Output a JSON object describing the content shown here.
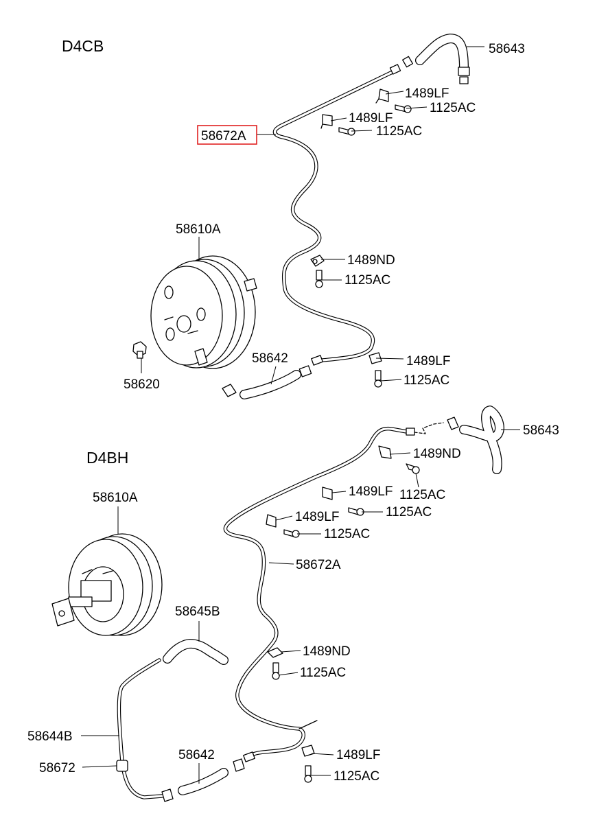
{
  "sections": {
    "top": "D4CB",
    "bottom": "D4BH"
  },
  "top_labels": {
    "hose_upper": "58643",
    "clip_1": "1489LF",
    "bolt_1": "1125AC",
    "clip_2": "1489LF",
    "bolt_2": "1125AC",
    "tube": "58672A",
    "booster": "58610A",
    "clip_nd": "1489ND",
    "bolt_nd": "1125AC",
    "hose_lower": "58642",
    "clip_3": "1489LF",
    "bolt_3": "1125AC",
    "check_valve": "58620"
  },
  "bottom_labels": {
    "hose_upper": "58643",
    "clip_nd_1": "1489ND",
    "bolt_1": "1125AC",
    "clip_1": "1489LF",
    "bolt_2": "1125AC",
    "clip_2": "1489LF",
    "bolt_3": "1125AC",
    "tube": "58672A",
    "booster": "58610A",
    "hose_b": "58645B",
    "clip_nd_2": "1489ND",
    "bolt_4": "1125AC",
    "hose_side": "58644B",
    "connector": "58672",
    "hose_lower": "58642",
    "clip_3": "1489LF",
    "bolt_5": "1125AC"
  },
  "highlight_color": "#e02020"
}
